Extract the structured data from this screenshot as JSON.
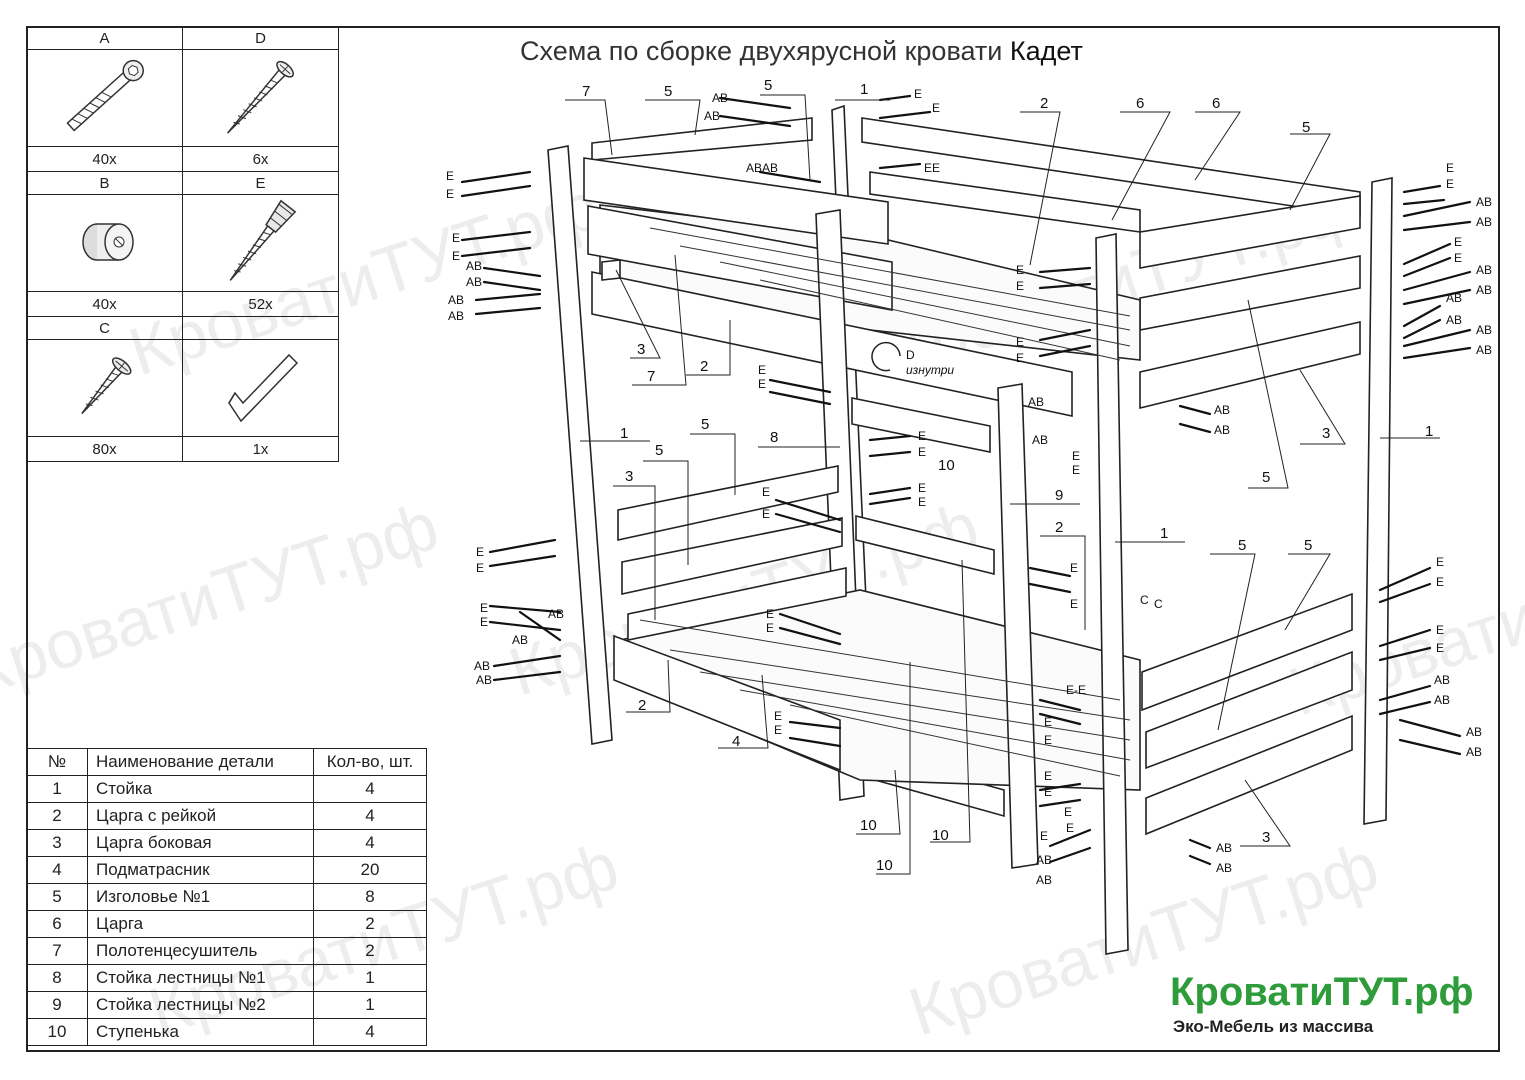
{
  "title": {
    "prefix": "Схема по сборке двухярусной кровати",
    "model": "Кадет"
  },
  "fasteners": [
    {
      "code": "A",
      "qty": "40x",
      "icon": "bolt-icon"
    },
    {
      "code": "D",
      "qty": "6x",
      "icon": "wood-screw-icon"
    },
    {
      "code": "B",
      "qty": "40x",
      "icon": "barrel-nut-icon"
    },
    {
      "code": "E",
      "qty": "52x",
      "icon": "dowel-screw-icon"
    },
    {
      "code": "C",
      "qty": "80x",
      "icon": "short-screw-icon"
    },
    {
      "code": "",
      "qty": "1x",
      "icon": "hex-key-icon"
    }
  ],
  "spec_table": {
    "headers": [
      "№",
      "Наименование детали",
      "Кол-во, шт."
    ],
    "rows": [
      [
        "1",
        "Стойка",
        "4"
      ],
      [
        "2",
        "Царга с рейкой",
        "4"
      ],
      [
        "3",
        "Царга боковая",
        "4"
      ],
      [
        "4",
        "Подматраcник",
        "20"
      ],
      [
        "5",
        "Изголовье №1",
        "8"
      ],
      [
        "6",
        "Царга",
        "2"
      ],
      [
        "7",
        "Полотенцесушитель",
        "2"
      ],
      [
        "8",
        "Стойка лестницы №1",
        "1"
      ],
      [
        "9",
        "Стойка лестницы №2",
        "1"
      ],
      [
        "10",
        "Ступенька",
        "4"
      ]
    ]
  },
  "annotation": {
    "d_inside": "D",
    "inside": "изнутри"
  },
  "brand": {
    "name": "КроватиТУТ.рф",
    "slogan": "Эко-Мебель из массива",
    "color": "#2e9c3a"
  },
  "watermark": "КроватиТУТ.рф"
}
